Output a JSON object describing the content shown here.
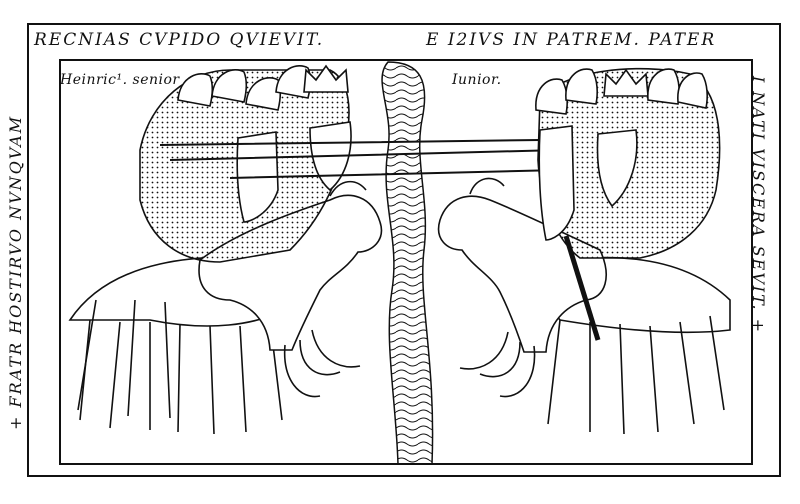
{
  "inscriptions": {
    "top_left": "RECNIAS CVPIDO QVIEVIT.",
    "top_right": "E I2IVS  IN PATREM. PATER",
    "left_vertical": "+ FRATR HOSTIRVO NVNQVAM",
    "right_vertical": "I NATI VISCERA SEVIT. +"
  },
  "labels": {
    "left_army": "Heinric¹. senior",
    "right_army": "Iunior."
  },
  "colors": {
    "ink": "#111111",
    "paper": "#ffffff"
  }
}
